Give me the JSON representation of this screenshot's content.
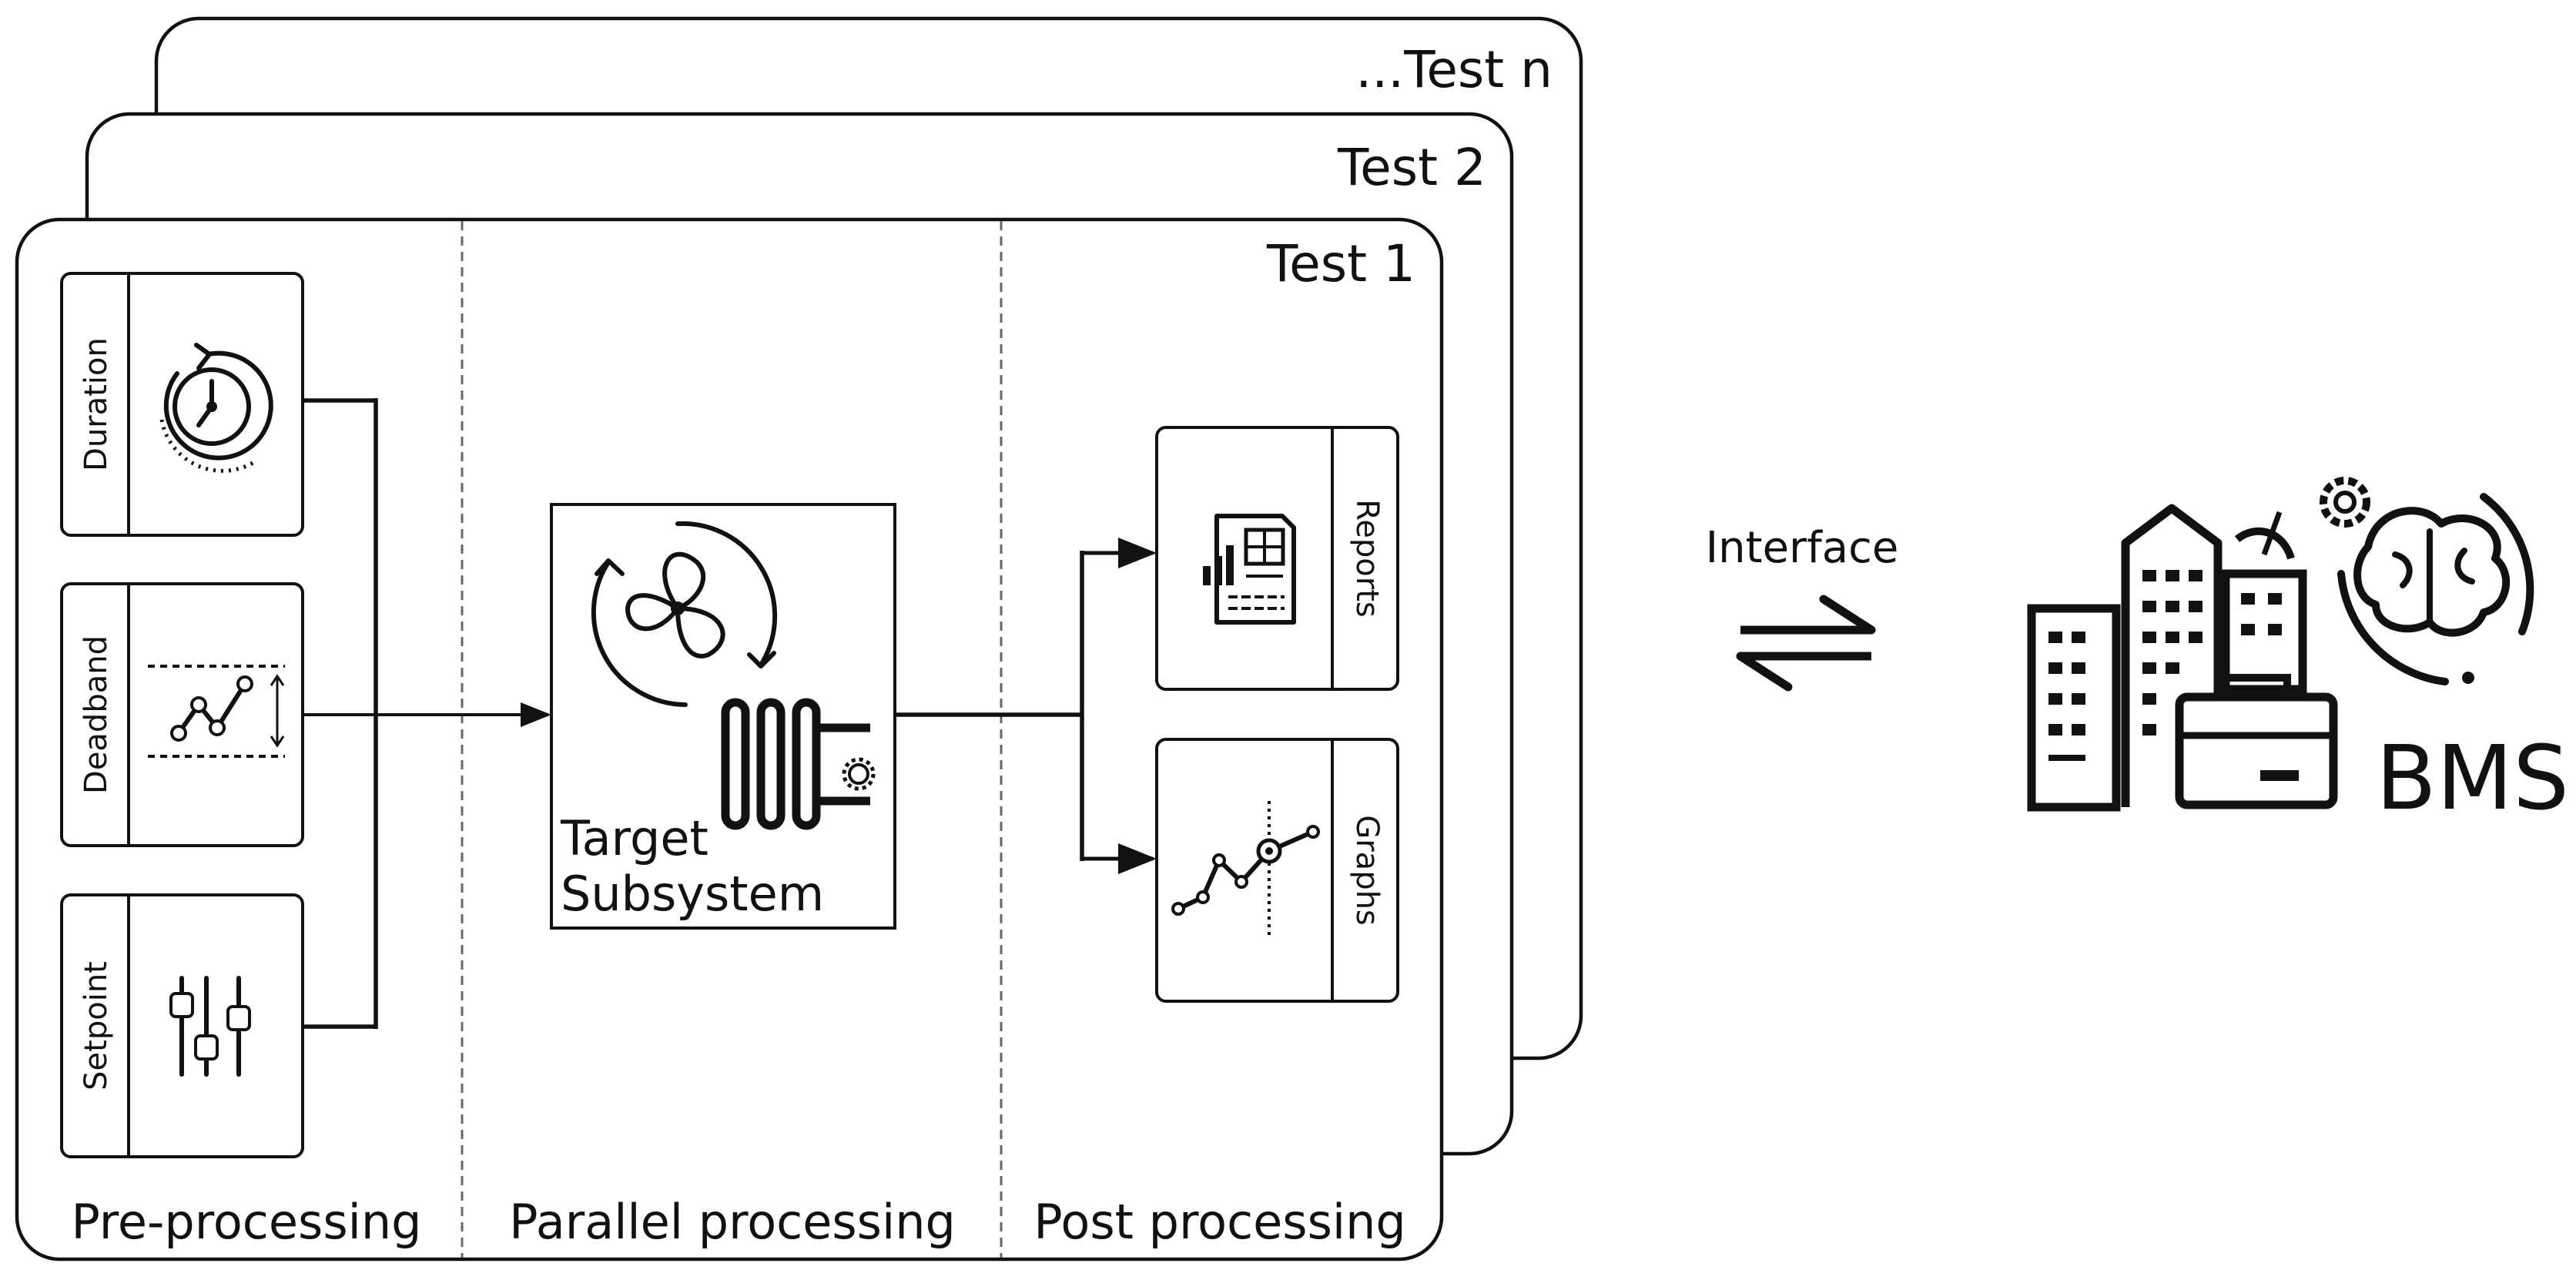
{
  "tests": {
    "back_title": "...Test n",
    "middle_title": "Test 2",
    "front_title": "Test 1"
  },
  "sections": {
    "pre": "Pre-processing",
    "parallel": "Parallel processing",
    "post": "Post processing"
  },
  "inputs": {
    "duration": "Duration",
    "deadband": "Deadband",
    "setpoint": "Setpoint"
  },
  "target": {
    "line1": "Target",
    "line2": "Subsystem"
  },
  "outputs": {
    "reports": "Reports",
    "graphs": "Graphs"
  },
  "interface": {
    "label": "Interface"
  },
  "bms": {
    "label": "BMS"
  },
  "icons": {
    "duration": "clock-icon",
    "deadband": "deadband-chart-icon",
    "setpoint": "slider-controls-icon",
    "target": "fan-radiator-icon",
    "reports": "report-document-icon",
    "graphs": "line-graph-icon",
    "interface": "bidirectional-arrows-icon",
    "bms": "smart-building-icon"
  }
}
